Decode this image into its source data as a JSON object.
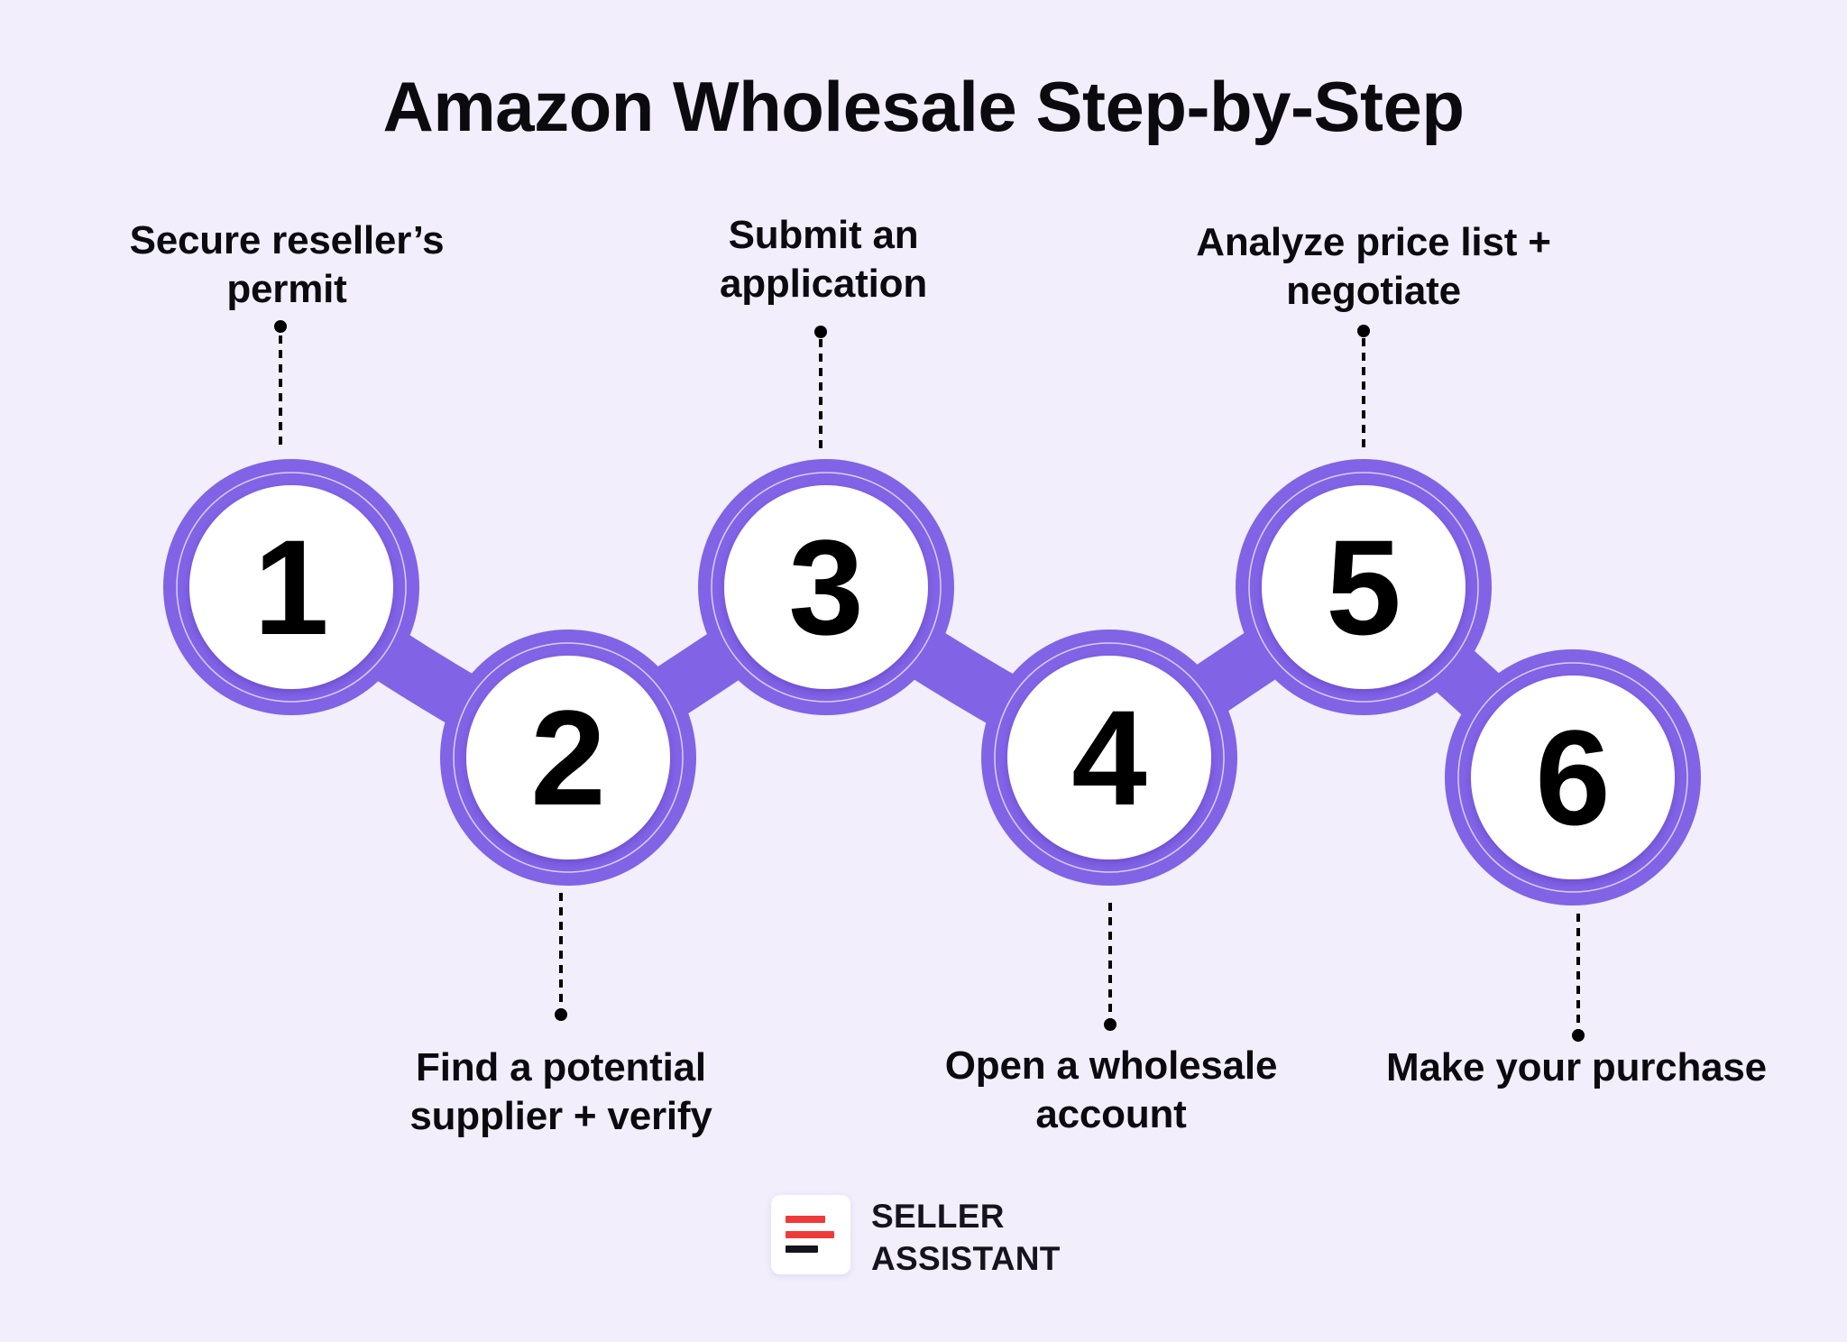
{
  "title": "Amazon Wholesale Step-by-Step",
  "colors": {
    "background": "#F2EEFB",
    "accent_purple": "#8163E6",
    "circle_fill": "#FFFFFF",
    "text": "#0B0B0F",
    "logo_red": "#F03A3A",
    "logo_dark": "#15131C"
  },
  "steps": [
    {
      "number": "1",
      "label_line1": "Secure reseller’s",
      "label_line2": "permit",
      "label_position": "top"
    },
    {
      "number": "2",
      "label_line1": "Find a potential",
      "label_line2": "supplier + verify",
      "label_position": "bottom"
    },
    {
      "number": "3",
      "label_line1": "Submit an",
      "label_line2": "application",
      "label_position": "top"
    },
    {
      "number": "4",
      "label_line1": "Open a wholesale",
      "label_line2": "account",
      "label_position": "bottom"
    },
    {
      "number": "5",
      "label_line1": "Analyze price list +",
      "label_line2": "negotiate",
      "label_position": "top"
    },
    {
      "number": "6",
      "label_line1": "Make your purchase",
      "label_line2": "",
      "label_position": "bottom"
    }
  ],
  "brand": {
    "line1": "SELLER",
    "line2": "ASSISTANT",
    "icon": "seller-assistant-logo-icon"
  }
}
